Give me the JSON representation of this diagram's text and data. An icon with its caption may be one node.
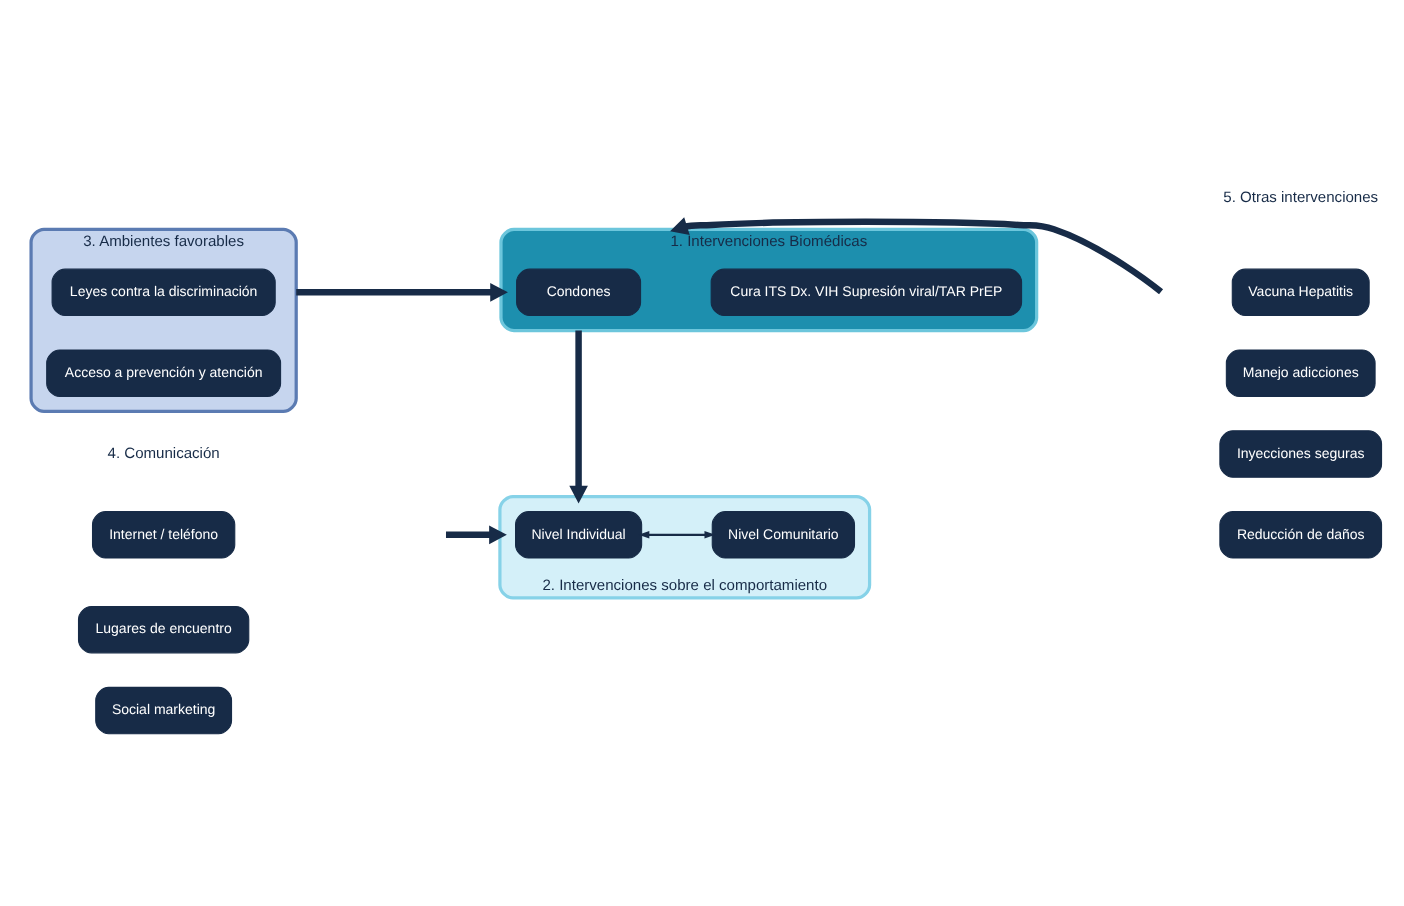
{
  "diagram": {
    "nodes": [
      {
        "text": [
          "3. Ambientes favorables"
        ]
      },
      {
        "text": [
          "Leyes contra la discriminación"
        ],
        "in": 0
      },
      {
        "text": [
          "Acceso a prevención y atención"
        ],
        "in": 0
      },
      {
        "text": [
          "1. Intervenciones Biomédicas"
        ]
      },
      {
        "text": [
          "Condones"
        ],
        "in": 3
      },
      {
        "text": [
          "Cura ITS Dx. VIH Supresión viral/TAR PrEP"
        ],
        "in": 3
      },
      {
        "text": [
          "2. Intervenciones sobre el comportamiento"
        ]
      },
      {
        "text": [
          "Nivel Individual"
        ],
        "in": 6
      },
      {
        "text": [
          "Nivel Comunitario"
        ],
        "in": 6
      },
      {
        "text": [
          "Vacuna Hepatitis"
        ]
      },
      {
        "text": [
          "Manejo adicciones"
        ]
      },
      {
        "text": [
          "Inyecciones seguras"
        ]
      },
      {
        "text": [
          "Reducción de daños"
        ]
      },
      {
        "text": [
          "Internet / teléfono"
        ]
      },
      {
        "text": [
          "Lugares de encuentro"
        ]
      },
      {
        "text": [
          "Social marketing"
        ]
      }
    ],
    "edges": [
      {
        "from": 0,
        "to": 3,
        "arrow": "to"
      },
      {
        "from": null,
        "to": 3,
        "arrow": "to"
      },
      {
        "from": 3,
        "to": 6,
        "arrow": "to"
      },
      {
        "from": 7,
        "to": 8,
        "arrow": "both"
      },
      {
        "from": null,
        "to": 6,
        "arrow": "to"
      }
    ],
    "labels": [
      "5. Otras intervenciones",
      "4. Comunicación"
    ]
  }
}
